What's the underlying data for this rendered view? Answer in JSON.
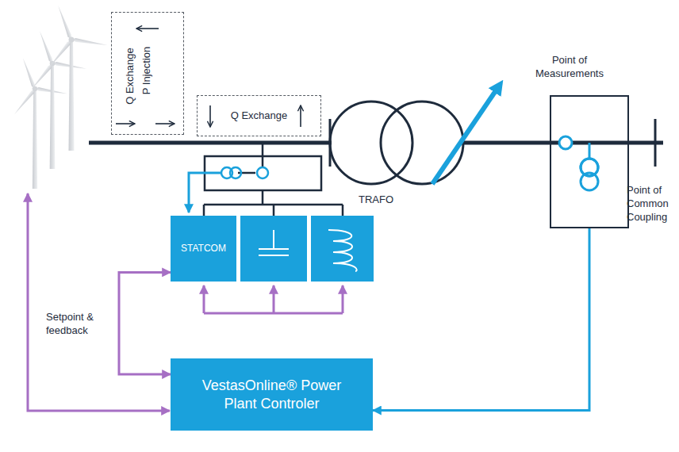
{
  "diagram": {
    "nodes": [
      {
        "text": [
          "Q Exchange",
          "P Injection"
        ]
      },
      {
        "text": [
          "Q Exchange"
        ]
      },
      {
        "text": [
          "Point of Measurements"
        ]
      },
      {
        "text": [
          "STATCOM"
        ]
      },
      {
        "text": [
          "VestasOnline® Power Plant Controler"
        ]
      }
    ],
    "edges": [
      {
        "from": 2,
        "to": 4,
        "arrow": "to"
      },
      {
        "from": 3,
        "to": 4,
        "arrow": "both"
      }
    ],
    "labels": [
      "TRAFO",
      "Point of Common Coupling",
      "Setpoint & feedback"
    ]
  }
}
